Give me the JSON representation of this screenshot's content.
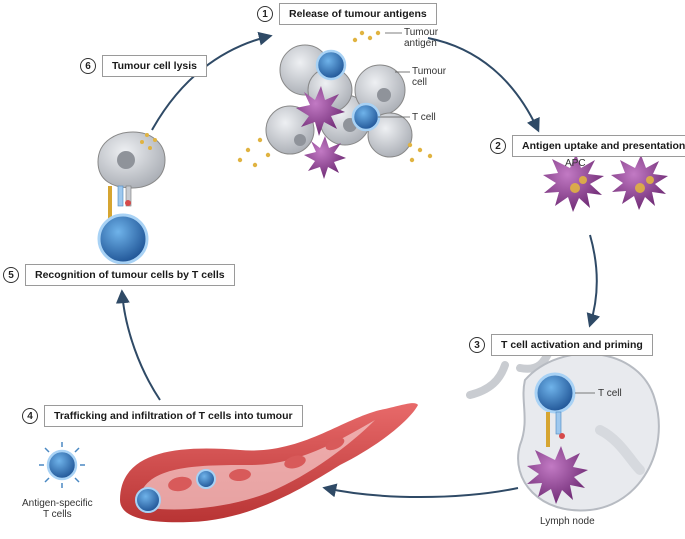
{
  "steps": [
    {
      "num": "1",
      "label": "Release of tumour antigens"
    },
    {
      "num": "2",
      "label": "Antigen uptake and presentation"
    },
    {
      "num": "3",
      "label": "T cell activation and priming"
    },
    {
      "num": "4",
      "label": "Trafficking and infiltration of T cells into tumour"
    },
    {
      "num": "5",
      "label": "Recognition of tumour cells by T cells"
    },
    {
      "num": "6",
      "label": "Tumour cell lysis"
    }
  ],
  "annotations": {
    "tumour_antigen_1": "Tumour",
    "tumour_antigen_2": "antigen",
    "tumour_cell_1": "Tumour",
    "tumour_cell_2": "cell",
    "t_cell_tumour": "T cell",
    "apc": "APC",
    "t_cell_node": "T cell",
    "lymph_node": "Lymph node",
    "antigen_specific_1": "Antigen-specific",
    "antigen_specific_2": "T cells"
  },
  "colors": {
    "arrow": "#2f4a66",
    "tumour_cell": "#c9ccd1",
    "t_cell": "#1f5fa8",
    "apc": "#8a3b8c",
    "antigen": "#e0b341",
    "vessel": "#d64a4a",
    "lymph_node": "#e8eaee"
  }
}
